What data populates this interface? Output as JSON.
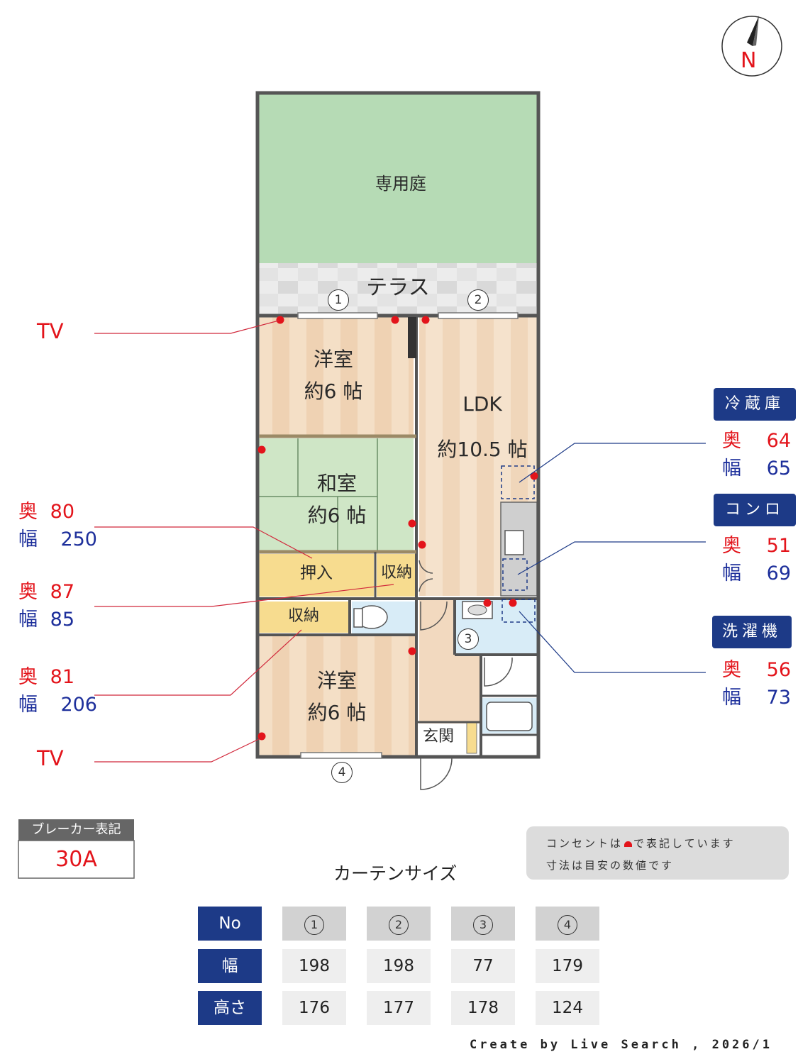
{
  "compass": {
    "label": "N"
  },
  "rooms": {
    "garden": "専用庭",
    "terrace": "テラス",
    "western1_name": "洋室",
    "western1_size": "約6 帖",
    "ldk_name": "LDK",
    "ldk_size": "約10.5 帖",
    "washitsu_name": "和室",
    "washitsu_size": "約6 帖",
    "oshiire": "押入",
    "storage1": "収納",
    "storage2": "収納",
    "western2_name": "洋室",
    "western2_size": "約6 帖",
    "entrance": "玄関"
  },
  "window_numbers": [
    "1",
    "2",
    "3",
    "4"
  ],
  "left_labels": {
    "tv_top": "TV",
    "tv_bottom": "TV",
    "oshiire": {
      "depth_label": "奥",
      "depth": "80",
      "width_label": "幅",
      "width": "250"
    },
    "storage": {
      "depth_label": "奥",
      "depth": "87",
      "width_label": "幅",
      "width": "85"
    },
    "western_closet": {
      "depth_label": "奥",
      "depth": "81",
      "width_label": "幅",
      "width": "206"
    }
  },
  "equipment": [
    {
      "name": "冷蔵庫",
      "depth_label": "奥",
      "depth": "64",
      "width_label": "幅",
      "width": "65"
    },
    {
      "name": "コンロ",
      "depth_label": "奥",
      "depth": "51",
      "width_label": "幅",
      "width": "69"
    },
    {
      "name": "洗濯機",
      "depth_label": "奥",
      "depth": "56",
      "width_label": "幅",
      "width": "73"
    }
  ],
  "breaker": {
    "label": "ブレーカー表記",
    "value": "30A"
  },
  "notes": {
    "line1_pre": "コンセントは",
    "line1_post": "で表記しています",
    "line2": "寸法は目安の数値です"
  },
  "curtain": {
    "title": "カーテンサイズ",
    "row_headers": [
      "No",
      "幅",
      "高さ"
    ],
    "columns": [
      {
        "no": "1",
        "width": "198",
        "height": "176"
      },
      {
        "no": "2",
        "width": "198",
        "height": "177"
      },
      {
        "no": "3",
        "width": "77",
        "height": "178"
      },
      {
        "no": "4",
        "width": "179",
        "height": "124"
      }
    ]
  },
  "footer": "Create by Live Search , 2026/1",
  "colors": {
    "outlet": "#e3141b",
    "badge": "#1d3a87",
    "garden": "#b6dbb5",
    "wood": "#f2d9bf",
    "tatami": "#cfe6c6",
    "storage": "#f7dc8f",
    "bath": "#d8ecf7"
  }
}
